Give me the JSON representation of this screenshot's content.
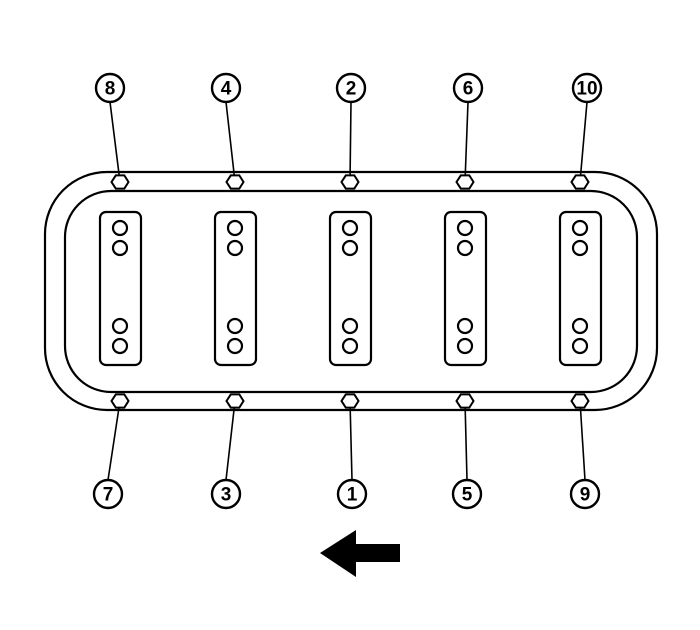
{
  "diagram": {
    "top_callouts": [
      "8",
      "4",
      "2",
      "6",
      "10"
    ],
    "bottom_callouts": [
      "7",
      "3",
      "1",
      "5",
      "9"
    ],
    "direction_arrow": "left-arrow-icon",
    "line_color": "#000000",
    "background": "#ffffff"
  }
}
